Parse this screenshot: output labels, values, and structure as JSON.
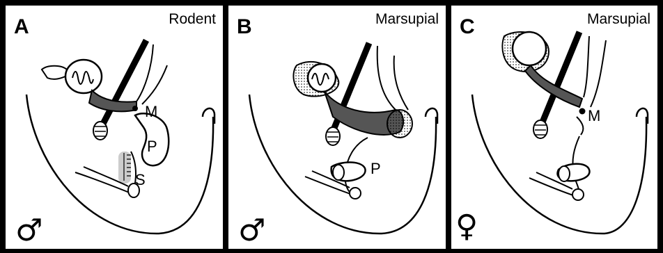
{
  "panels": [
    {
      "letter": "A",
      "title": "Rodent",
      "sex_symbol": "♂",
      "labels": {
        "m": "M",
        "p": "P",
        "s": "S"
      }
    },
    {
      "letter": "B",
      "title": "Marsupial",
      "sex_symbol": "♂",
      "labels": {
        "p": "P"
      }
    },
    {
      "letter": "C",
      "title": "Marsupial",
      "sex_symbol": "♀",
      "labels": {
        "m": "M"
      }
    }
  ],
  "colors": {
    "background": "#000000",
    "panel": "#ffffff",
    "ink": "#000000",
    "duct": "#555555",
    "stipple": "#777777",
    "highlight": "#cccccc"
  }
}
